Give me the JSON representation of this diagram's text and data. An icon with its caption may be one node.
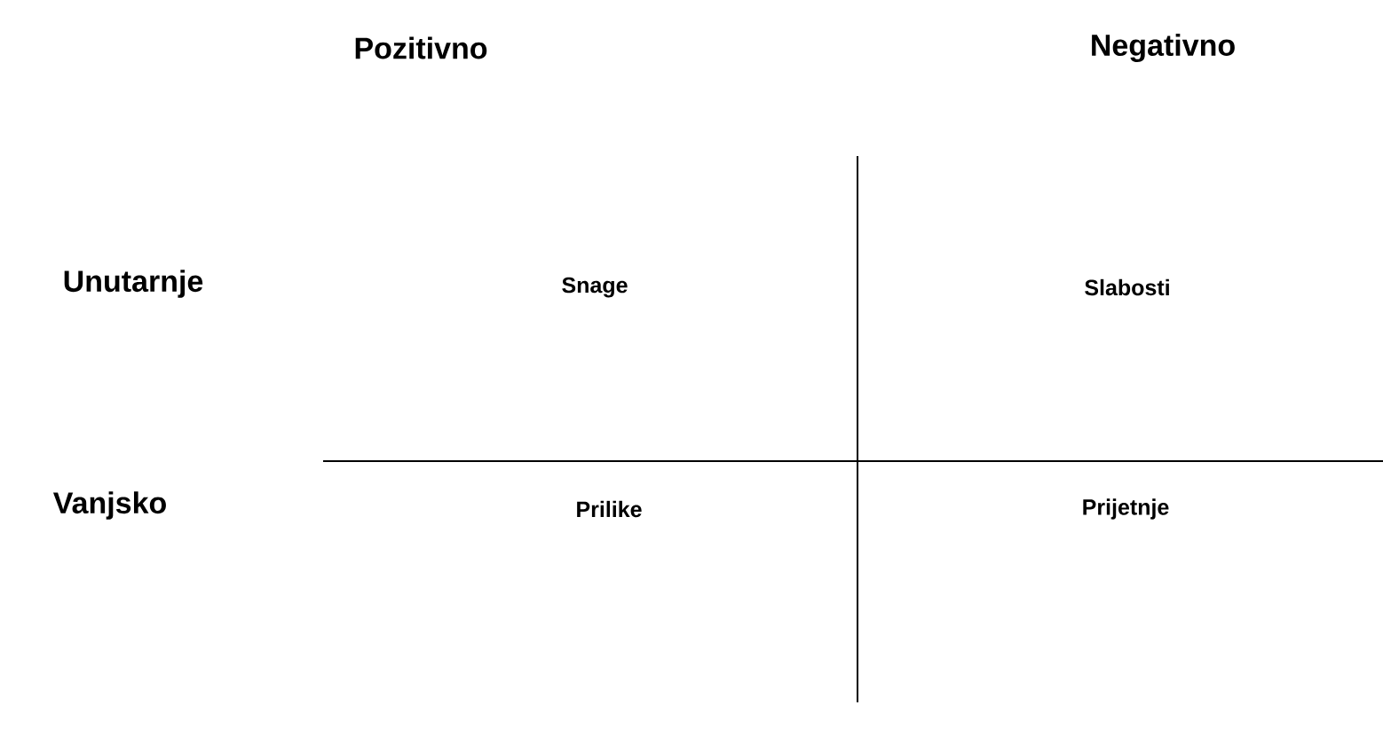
{
  "diagram": {
    "labels": [
      "Pozitivno",
      "Negativno",
      "Unutarnje",
      "Snage",
      "Slabosti",
      "Vanjsko",
      "Prilike",
      "Prijetnje"
    ]
  }
}
